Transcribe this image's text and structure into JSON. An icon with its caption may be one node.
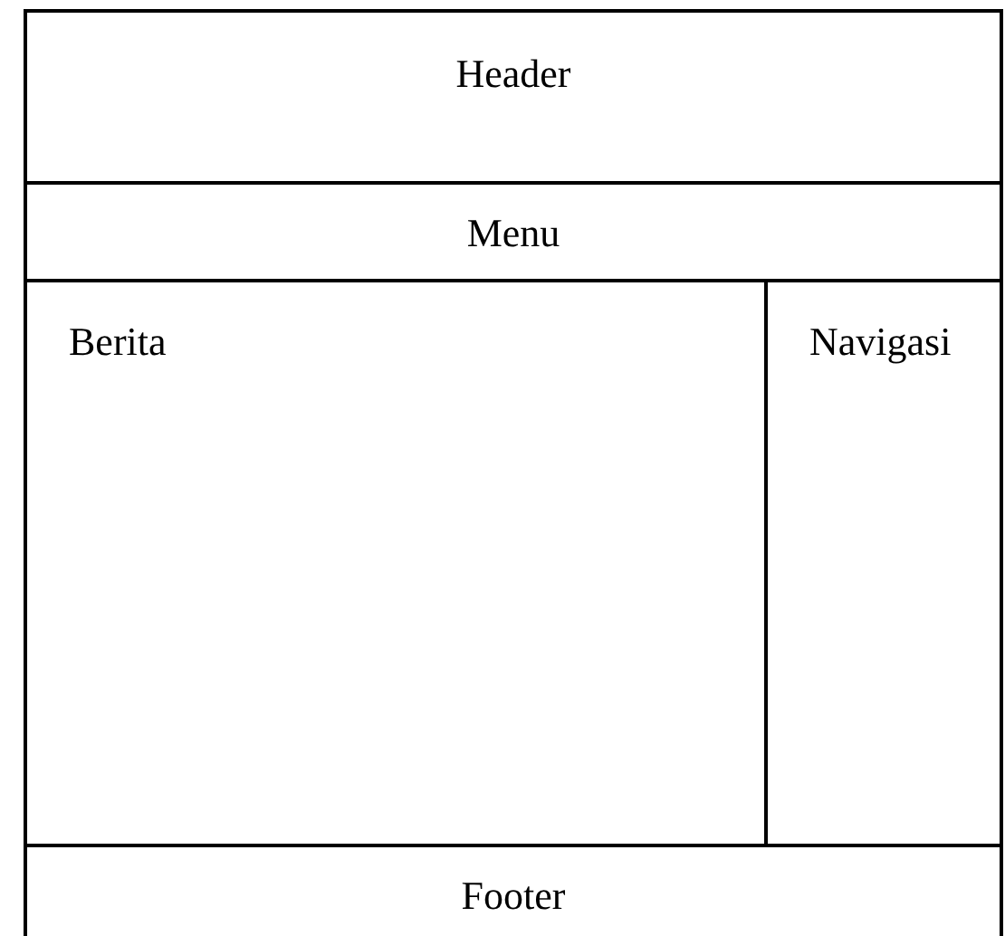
{
  "diagram": {
    "nodes": [
      {
        "text": [
          "Header"
        ]
      },
      {
        "text": [
          "Menu"
        ]
      },
      {
        "text": [
          "Berita"
        ]
      },
      {
        "text": [
          "Navigasi"
        ]
      },
      {
        "text": [
          "Footer"
        ]
      }
    ]
  }
}
